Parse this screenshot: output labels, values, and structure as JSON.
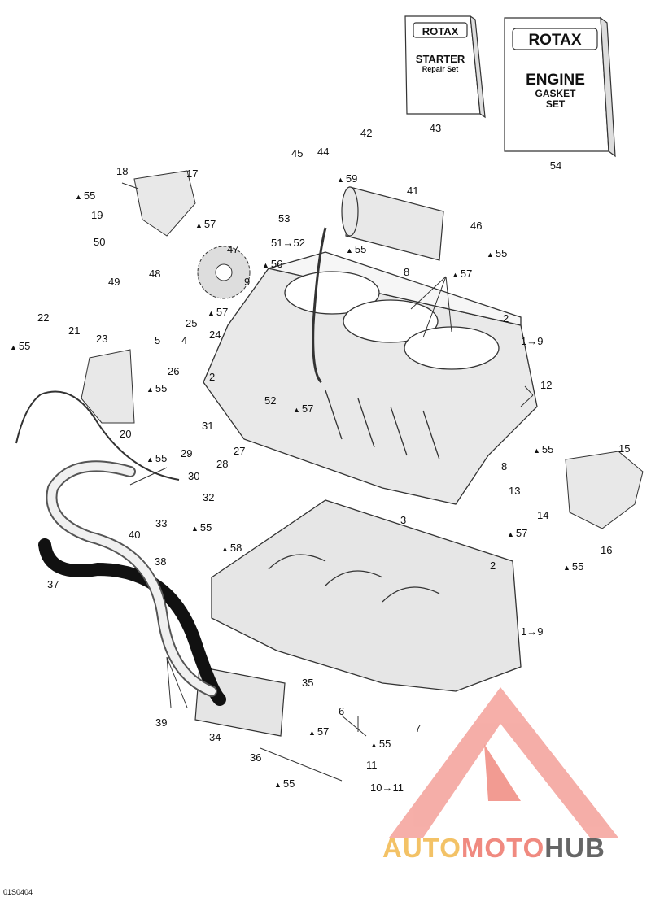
{
  "packages": {
    "starter": {
      "brand": "ROTAX",
      "title": "STARTER",
      "subtitle": "Repair Set",
      "ref": "43"
    },
    "gasket": {
      "brand": "ROTAX",
      "title": "ENGINE",
      "subtitle": "GASKET",
      "subtitle2": "SET",
      "ref": "54"
    }
  },
  "callouts": [
    {
      "id": "c42",
      "text": "42"
    },
    {
      "id": "c45",
      "text": "45"
    },
    {
      "id": "c44",
      "text": "44"
    },
    {
      "id": "c59",
      "text": "59",
      "drop": true
    },
    {
      "id": "c41",
      "text": "41"
    },
    {
      "id": "c53",
      "text": "53"
    },
    {
      "id": "c46",
      "text": "46"
    },
    {
      "id": "c51",
      "text": "51→52"
    },
    {
      "id": "c55a",
      "text": "55",
      "drop": true
    },
    {
      "id": "c55b",
      "text": "55",
      "drop": true
    },
    {
      "id": "c8a",
      "text": "8"
    },
    {
      "id": "c57a",
      "text": "57",
      "drop": true
    },
    {
      "id": "c18",
      "text": "18"
    },
    {
      "id": "c17",
      "text": "17"
    },
    {
      "id": "c55c",
      "text": "55",
      "drop": true
    },
    {
      "id": "c19",
      "text": "19"
    },
    {
      "id": "c57b",
      "text": "57",
      "drop": true
    },
    {
      "id": "c50",
      "text": "50"
    },
    {
      "id": "c47",
      "text": "47"
    },
    {
      "id": "c48",
      "text": "48"
    },
    {
      "id": "c56",
      "text": "56",
      "drop": true
    },
    {
      "id": "c49",
      "text": "49"
    },
    {
      "id": "c9",
      "text": "9"
    },
    {
      "id": "c57c",
      "text": "57",
      "drop": true
    },
    {
      "id": "c22",
      "text": "22"
    },
    {
      "id": "c25",
      "text": "25"
    },
    {
      "id": "c2a",
      "text": "2"
    },
    {
      "id": "c21",
      "text": "21"
    },
    {
      "id": "c5",
      "text": "5"
    },
    {
      "id": "c4",
      "text": "4"
    },
    {
      "id": "c24",
      "text": "24"
    },
    {
      "id": "c23",
      "text": "23"
    },
    {
      "id": "c55d",
      "text": "55",
      "drop": true
    },
    {
      "id": "c19a",
      "text": "1→9"
    },
    {
      "id": "c26",
      "text": "26"
    },
    {
      "id": "c2b",
      "text": "2"
    },
    {
      "id": "c12",
      "text": "12"
    },
    {
      "id": "c55e",
      "text": "55",
      "drop": true
    },
    {
      "id": "c52",
      "text": "52"
    },
    {
      "id": "c57d",
      "text": "57",
      "drop": true
    },
    {
      "id": "c31",
      "text": "31"
    },
    {
      "id": "c20",
      "text": "20"
    },
    {
      "id": "c55f",
      "text": "55",
      "drop": true
    },
    {
      "id": "c29",
      "text": "29"
    },
    {
      "id": "c27",
      "text": "27"
    },
    {
      "id": "c28",
      "text": "28"
    },
    {
      "id": "c30",
      "text": "30"
    },
    {
      "id": "c32",
      "text": "32"
    },
    {
      "id": "c8b",
      "text": "8"
    },
    {
      "id": "c55g",
      "text": "55",
      "drop": true
    },
    {
      "id": "c15",
      "text": "15"
    },
    {
      "id": "c13",
      "text": "13"
    },
    {
      "id": "c33",
      "text": "33"
    },
    {
      "id": "c55h",
      "text": "55",
      "drop": true
    },
    {
      "id": "c3",
      "text": "3"
    },
    {
      "id": "c14",
      "text": "14"
    },
    {
      "id": "c40",
      "text": "40"
    },
    {
      "id": "c57e",
      "text": "57",
      "drop": true
    },
    {
      "id": "c58",
      "text": "58",
      "drop": true
    },
    {
      "id": "c16",
      "text": "16"
    },
    {
      "id": "c38",
      "text": "38"
    },
    {
      "id": "c2c",
      "text": "2"
    },
    {
      "id": "c55i",
      "text": "55",
      "drop": true
    },
    {
      "id": "c37",
      "text": "37"
    },
    {
      "id": "c19b",
      "text": "1→9"
    },
    {
      "id": "c35",
      "text": "35"
    },
    {
      "id": "c39",
      "text": "39"
    },
    {
      "id": "c6",
      "text": "6"
    },
    {
      "id": "c7",
      "text": "7"
    },
    {
      "id": "c57f",
      "text": "57",
      "drop": true
    },
    {
      "id": "c34",
      "text": "34"
    },
    {
      "id": "c55j",
      "text": "55",
      "drop": true
    },
    {
      "id": "c36",
      "text": "36"
    },
    {
      "id": "c11",
      "text": "11"
    },
    {
      "id": "c55k",
      "text": "55",
      "drop": true
    },
    {
      "id": "c1011",
      "text": "10→11"
    }
  ],
  "watermark": {
    "part1": "AUTO",
    "part2": "MOTO",
    "part3": "HUB"
  },
  "figure_code": "01S0404"
}
